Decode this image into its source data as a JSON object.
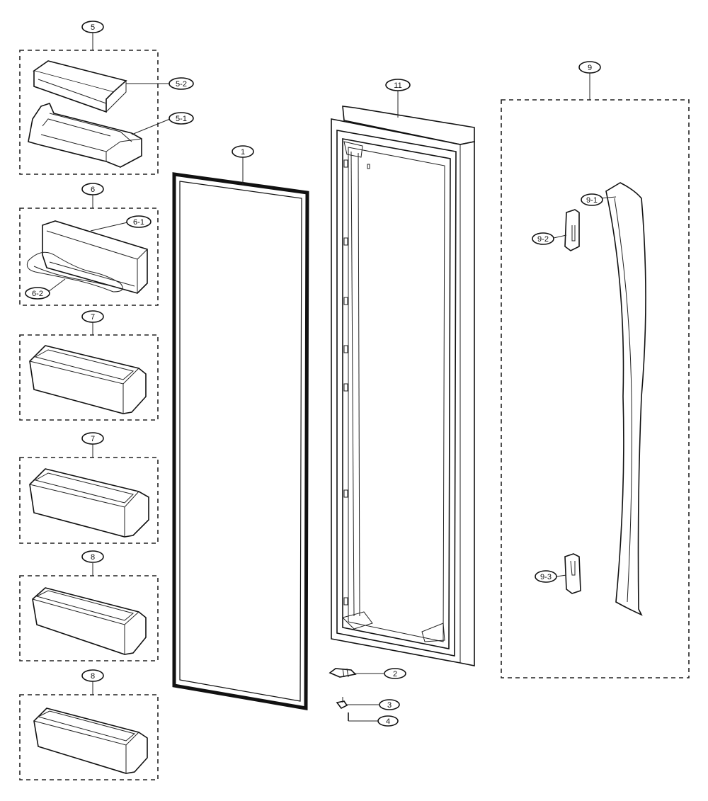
{
  "callouts": {
    "c5": "5",
    "c5_2": "5-2",
    "c5_1": "5-1",
    "c6": "6",
    "c6_1": "6-1",
    "c6_2": "6-2",
    "c7a": "7",
    "c7b": "7",
    "c8a": "8",
    "c8b": "8",
    "c1": "1",
    "c11": "11",
    "c9": "9",
    "c9_1": "9-1",
    "c9_2": "9-2",
    "c9_3": "9-3",
    "c2": "2",
    "c3": "3",
    "c4": "4"
  }
}
